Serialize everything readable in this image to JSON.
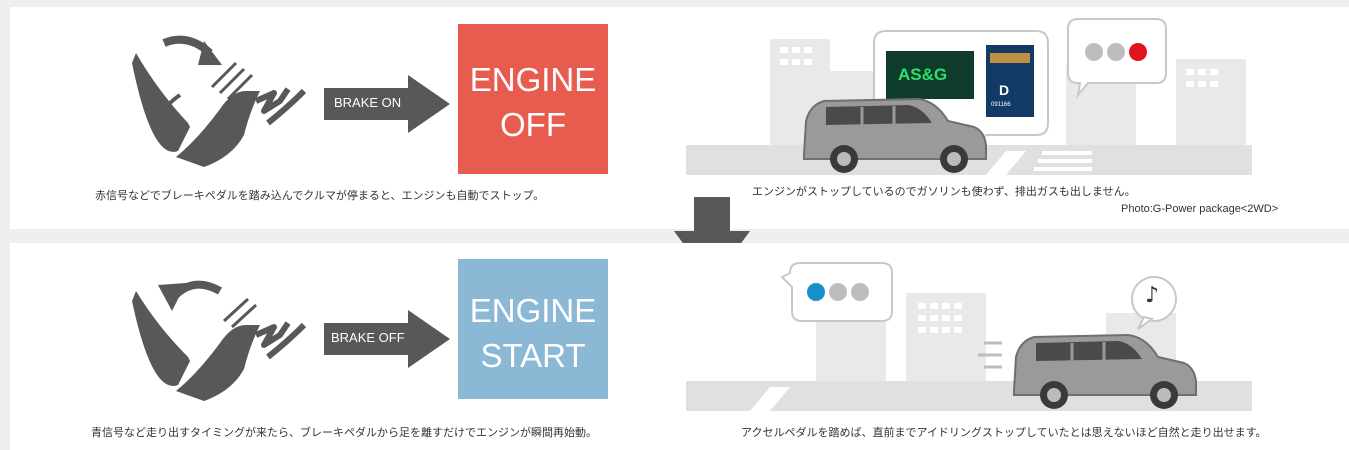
{
  "step_on": {
    "arrow_label": "BRAKE ON",
    "engine_line1": "ENGINE",
    "engine_line2": "OFF",
    "engine_color": "#e85c50",
    "caption_left": "赤信号などでブレーキペダルを踏み込んでクルマが停まると、エンジンも自動でストップ。",
    "caption_right": "エンジンがストップしているのでガソリンも使わず、排出ガスも出しません。",
    "photo_credit": "Photo:G-Power package<2WD>",
    "screen_text": "AS&G",
    "gear_text": "D",
    "odometer_text": "091166",
    "signal_lights": [
      "#bdbdbd",
      "#bdbdbd",
      "#e0141e"
    ]
  },
  "step_off": {
    "arrow_label": "BRAKE OFF",
    "engine_line1": "ENGINE",
    "engine_line2": "START",
    "engine_color": "#8ab8d5",
    "caption_left": "青信号など走り出すタイミングが来たら、ブレーキペダルから足を離すだけでエンジンが瞬間再始動。",
    "caption_right": "アクセルペダルを踏めば、直前までアイドリングストップしていたとは思えないほど自然と走り出せます。",
    "signal_lights": [
      "#1a8fc8",
      "#bdbdbd",
      "#bdbdbd"
    ],
    "music_note": "♪"
  },
  "colors": {
    "arrow_gray": "#595757",
    "building_gray": "#e6e6e6",
    "panel_bg": "#ffffff",
    "page_bg": "#eeeeee"
  }
}
